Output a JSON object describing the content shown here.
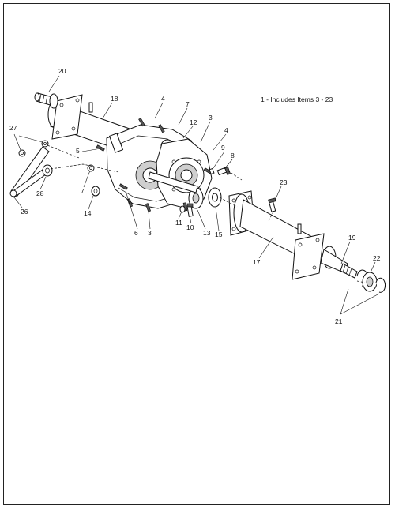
{
  "note": "1 - Includes Items 3 - 23",
  "callouts": {
    "c20": "20",
    "c18": "18",
    "c4a": "4",
    "c7a": "7",
    "c12": "12",
    "c3a": "3",
    "c4b": "4",
    "c27": "27",
    "c5": "5",
    "c9": "9",
    "c8": "8",
    "c23": "23",
    "c7b": "7",
    "c28": "28",
    "c26": "26",
    "c14": "14",
    "c11": "11",
    "c10": "10",
    "c13": "13",
    "c15": "15",
    "c6": "6",
    "c3b": "3",
    "c17": "17",
    "c19": "19",
    "c22": "22",
    "c21": "21"
  }
}
